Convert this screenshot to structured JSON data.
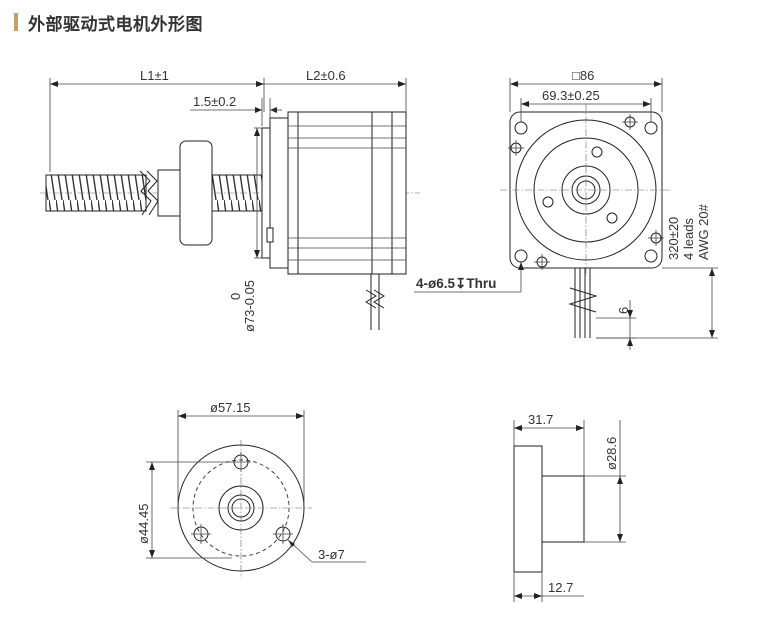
{
  "header": {
    "title": "外部驱动式电机外形图",
    "accent_color": "#c9a063"
  },
  "front_view": {
    "dim_l1": "L1±1",
    "dim_l2": "L2±0.6",
    "dim_flange": "1.5±0.2",
    "dim_pilot_a": "0",
    "dim_pilot_b": "ø73-0.05"
  },
  "side_view": {
    "dim_square": "□86",
    "dim_hole_spacing": "69.3±0.25",
    "dim_mount_holes": "4-ø6.5↧Thru",
    "dim_lead_offset": "6",
    "lead_length": "320±20",
    "lead_count": "4 leads",
    "lead_gauge": "AWG 20#"
  },
  "nut_face_view": {
    "dim_outer": "ø57.15",
    "dim_bolt_circle": "ø44.45",
    "dim_holes": "3-ø7"
  },
  "nut_side_view": {
    "dim_length": "31.7",
    "dim_flange_thickness": "12.7",
    "dim_body_dia": "ø28.6"
  }
}
